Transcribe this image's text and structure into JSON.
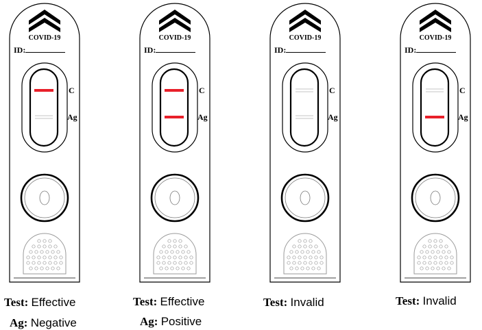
{
  "colors": {
    "positive_band": "#e8202a",
    "outline": "#000000",
    "faint_band": "#b0b0b0"
  },
  "icons": {
    "logo": "chevron-up-icon"
  },
  "cassettes": [
    {
      "brand": "COVID-19",
      "id_label": "ID:",
      "line_c": "C",
      "line_ag": "Ag",
      "c_band": true,
      "ag_band": false,
      "results": [
        {
          "key": "Test",
          "sep": ":",
          "value": "Effective"
        },
        {
          "key": "Ag",
          "sep": ":",
          "value": "Negative"
        }
      ]
    },
    {
      "brand": "COVID-19",
      "id_label": "ID:",
      "line_c": "C",
      "line_ag": "Ag",
      "c_band": true,
      "ag_band": true,
      "results": [
        {
          "key": "Test",
          "sep": ":",
          "value": "Effective"
        },
        {
          "key": "Ag",
          "sep": ":",
          "value": "Positive"
        }
      ]
    },
    {
      "brand": "COVID-19",
      "id_label": "ID:",
      "line_c": "C",
      "line_ag": "Ag",
      "c_band": false,
      "ag_band": false,
      "results": [
        {
          "key": "Test",
          "sep": ":",
          "value": "Invalid"
        }
      ]
    },
    {
      "brand": "COVID-19",
      "id_label": "ID:",
      "line_c": "C",
      "line_ag": "Ag",
      "c_band": false,
      "ag_band": true,
      "results": [
        {
          "key": "Test",
          "sep": ":",
          "value": "Invalid"
        }
      ]
    }
  ]
}
